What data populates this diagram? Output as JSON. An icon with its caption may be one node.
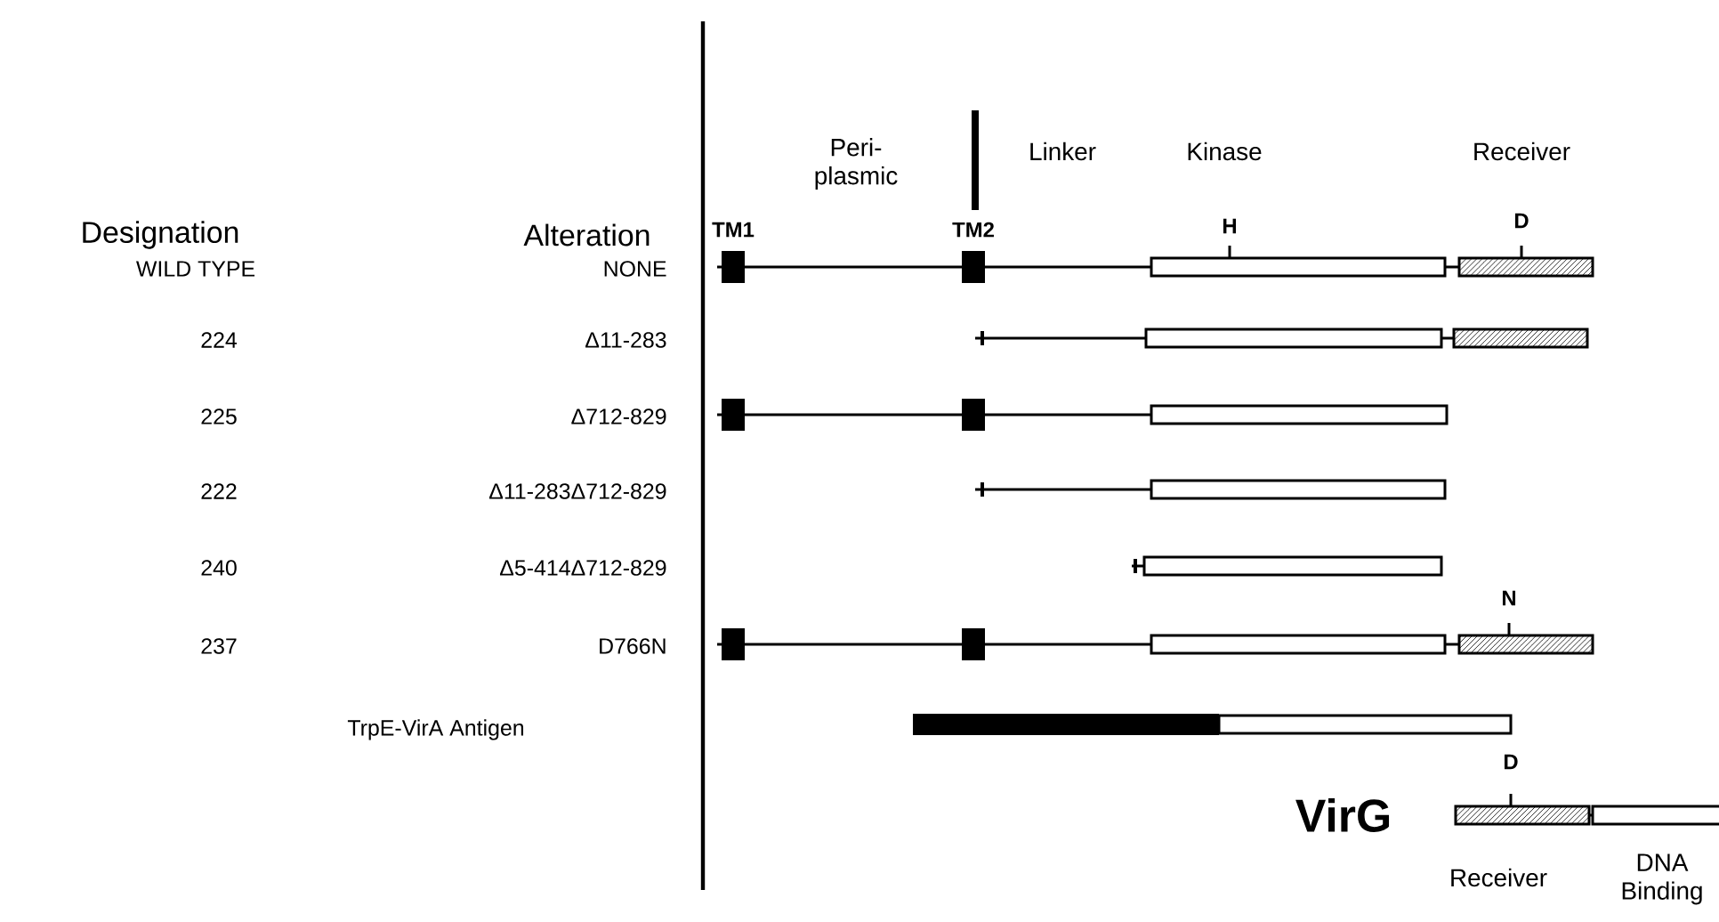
{
  "diagram": {
    "labels": [
      "Peri- plasmic",
      "Linker",
      "Kinase",
      "Receiver",
      "Designation",
      "Alteration",
      "TM1",
      "TM2",
      "H",
      "D",
      "WILD TYPE",
      "NONE",
      "224",
      "Δ11-283",
      "225",
      "Δ712-829",
      "222",
      "Δ11-283Δ712-829",
      "240",
      "Δ5-414Δ712-829",
      "N",
      "237",
      "D766N",
      "TrpE-VirA Antigen",
      "D",
      "VirG",
      "Receiver",
      "DNA Binding"
    ]
  }
}
